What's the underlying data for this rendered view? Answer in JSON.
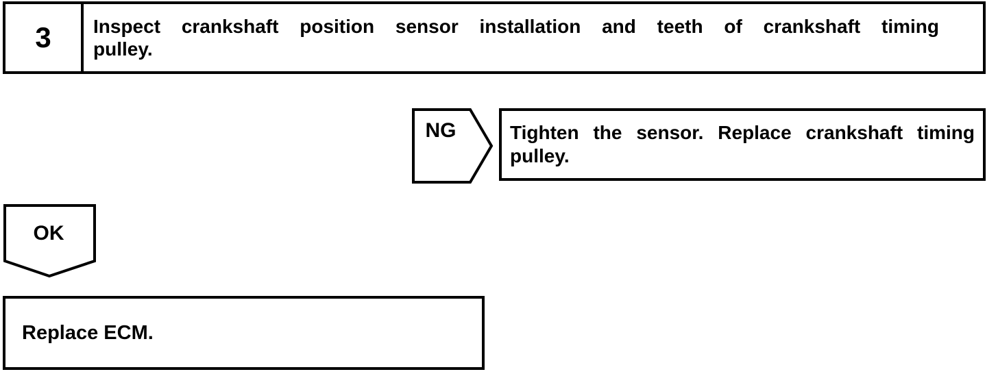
{
  "page": {
    "background_color": "#ffffff",
    "line_color": "#000000"
  },
  "flowchart": {
    "step": {
      "number": "3",
      "instruction_line1": "Inspect crankshaft position sensor installation and teeth of crankshaft timing",
      "instruction_line2": "pulley."
    },
    "ng_branch": {
      "connector_label": "NG",
      "action_line1": "Tighten the sensor. Replace crankshaft timing",
      "action_line2": "pulley."
    },
    "ok_branch": {
      "connector_label": "OK",
      "action": "Replace ECM."
    }
  }
}
